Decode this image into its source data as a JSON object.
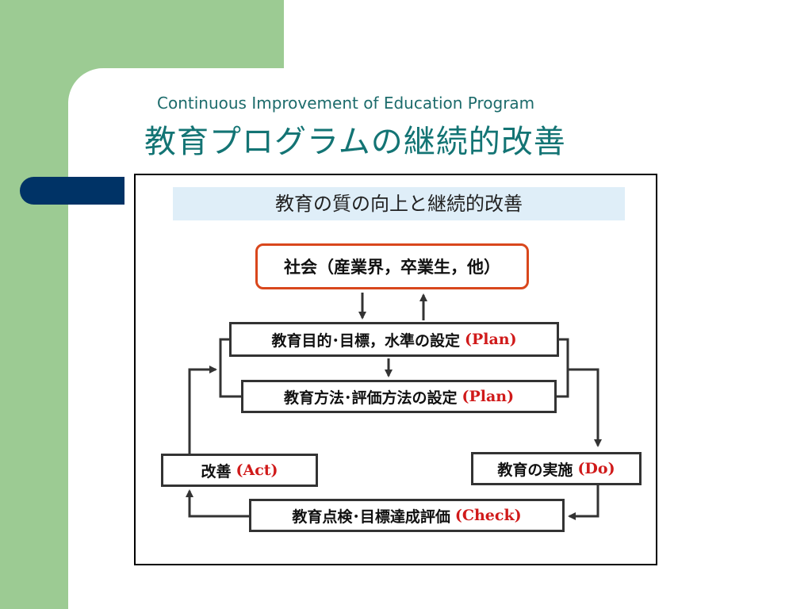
{
  "slide": {
    "subtitle": "Continuous Improvement of Education Program",
    "title": "教育プログラムの継続的改善"
  },
  "diagram": {
    "header": "教育の質の向上と継続的改善",
    "nodes": {
      "society": {
        "label": "社会（産業界，卒業生，他）"
      },
      "plan1": {
        "label": "教育目的･目標，水準の設定",
        "tag": "(Plan)"
      },
      "plan2": {
        "label": "教育方法･評価方法の設定",
        "tag": "(Plan)"
      },
      "act": {
        "label": "改善",
        "tag": "(Act)"
      },
      "do": {
        "label": "教育の実施",
        "tag": "(Do)"
      },
      "check": {
        "label": "教育点検･目標達成評価",
        "tag": "(Check)"
      }
    }
  },
  "colors": {
    "side_green": "#9ccb93",
    "accent_navy": "#003366",
    "title_teal": "#137474",
    "header_bg": "#dfeef8",
    "society_border": "#d9471c",
    "tag_red": "#d01a1a"
  }
}
